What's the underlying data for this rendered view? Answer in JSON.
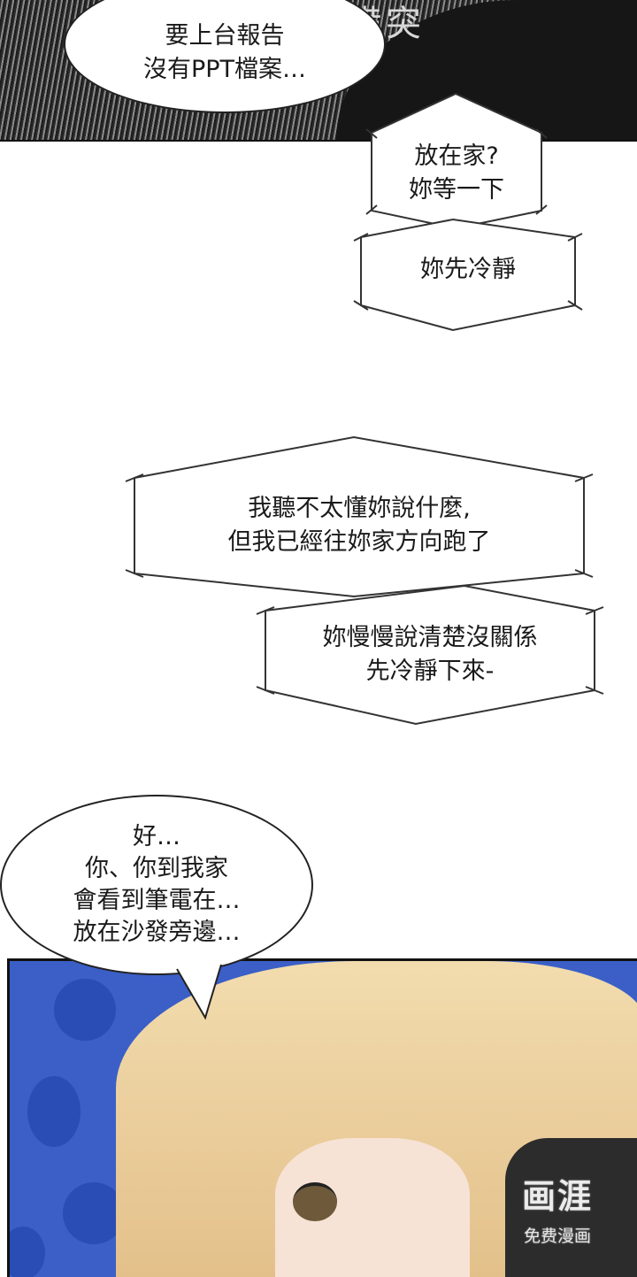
{
  "top_panel": {
    "sfx_text": "備突",
    "bubble_text": "要上台報告\n沒有PPT檔案…"
  },
  "bubble_1": {
    "line_a": "放在家?\n妳等一下",
    "line_b": "妳先冷靜"
  },
  "bubble_2": {
    "line_a": "我聽不太懂妳說什麼,\n但我已經往妳家方向跑了",
    "line_b": "妳慢慢說清楚沒關係\n先冷靜下來-"
  },
  "bubble_3": {
    "text": "好…\n你、你到我家\n會看到筆電在…\n放在沙發旁邊…"
  },
  "watermark": {
    "logo": "画涯",
    "sub": "免费漫画"
  },
  "colors": {
    "background": "#ffffff",
    "panel_blue": "#3b5fc7",
    "hair": "#eacd98"
  }
}
